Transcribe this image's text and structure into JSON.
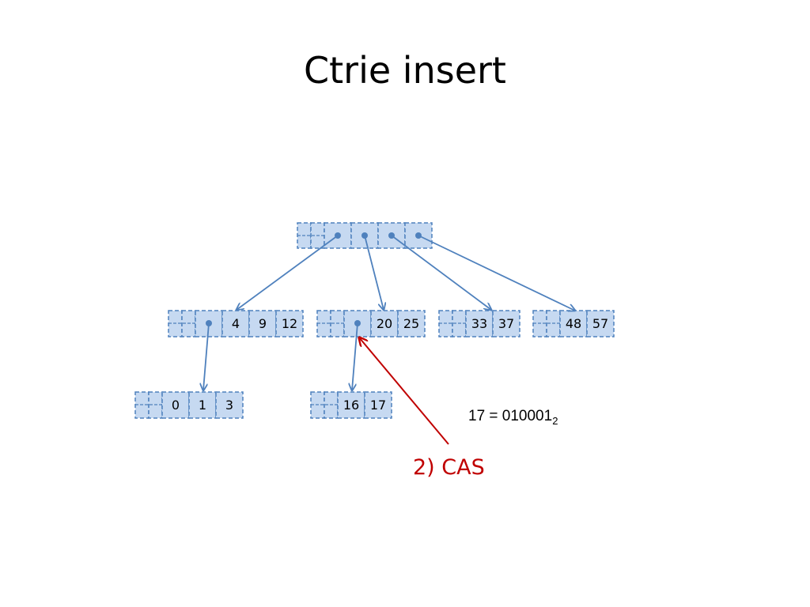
{
  "title": "Ctrie insert",
  "nodes": {
    "root": {
      "slots": [
        "ptr",
        "ptr",
        "ptr",
        "ptr"
      ]
    },
    "n_4": {
      "slots": [
        "ptr",
        "4",
        "9",
        "12"
      ]
    },
    "n_20": {
      "slots": [
        "ptr",
        "20",
        "25"
      ]
    },
    "n_33": {
      "slots": [
        "33",
        "37"
      ]
    },
    "n_48": {
      "slots": [
        "48",
        "57"
      ]
    },
    "n_0": {
      "slots": [
        "0",
        "1",
        "3"
      ]
    },
    "n_16": {
      "slots": [
        "16",
        "17"
      ]
    }
  },
  "annotation": {
    "cas_label": "2) CAS",
    "equation": "17 = 010001",
    "equation_base": "2"
  },
  "colors": {
    "node_fill": "#c6d9f1",
    "node_stroke": "#4f81bd",
    "cas": "#c00000"
  }
}
